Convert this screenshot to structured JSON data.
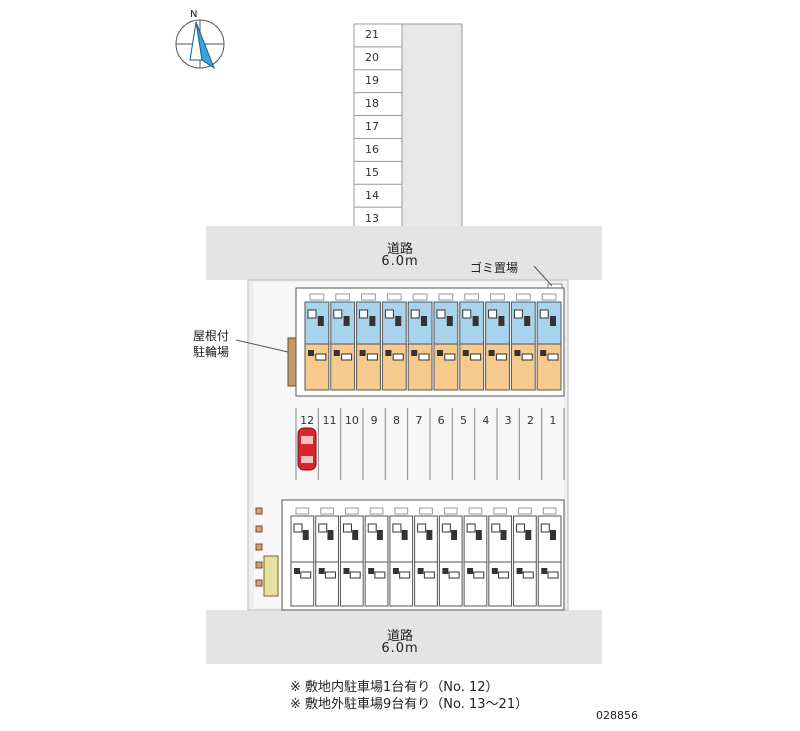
{
  "compass": {
    "north_label": "N"
  },
  "offsite_lot": {
    "spaces": [
      "21",
      "20",
      "19",
      "18",
      "17",
      "16",
      "15",
      "14",
      "13"
    ]
  },
  "road_top": {
    "name": "道路",
    "width": "6.0m"
  },
  "road_bottom": {
    "name": "道路",
    "width": "6.0m"
  },
  "labels": {
    "garbage": "ゴミ置場",
    "bicycle_line1": "屋根付",
    "bicycle_line2": "駐輪場"
  },
  "onsite_parking": {
    "spaces": [
      "12",
      "11",
      "10",
      "9",
      "8",
      "7",
      "6",
      "5",
      "4",
      "3",
      "2",
      "1"
    ],
    "occupied": "12"
  },
  "notes": [
    "※ 敷地内駐車場1台有り（No. 12）",
    "※ 敷地外駐車場9台有り（No. 13～21）"
  ],
  "property_code": "028856",
  "colors": {
    "road": "#e4e4e4",
    "lot": "#efefef",
    "unit_upper": "#a9d3ec",
    "unit_lower": "#f6c98c",
    "car": "#d8262c"
  }
}
